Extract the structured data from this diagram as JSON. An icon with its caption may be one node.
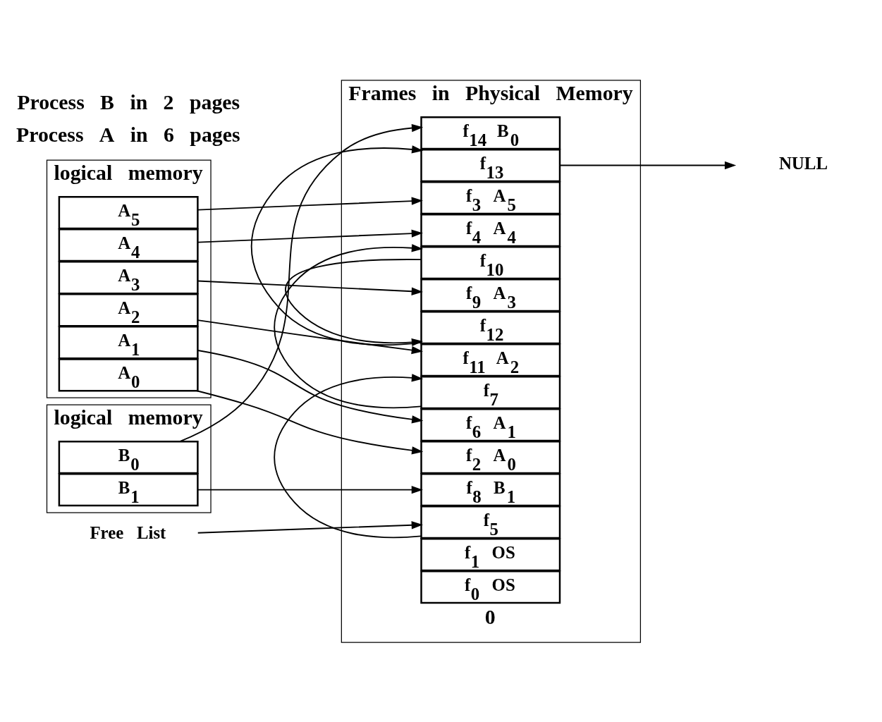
{
  "diagram": {
    "nodes": [
      {
        "text": [
          "logical memory"
        ]
      },
      {
        "text": [
          "A$_{0}$"
        ],
        "in": 0
      },
      {
        "text": [
          "A$_{1}$"
        ],
        "in": 0
      },
      {
        "text": [
          "A$_{2}$"
        ],
        "in": 0
      },
      {
        "text": [
          "A$_{3}$"
        ],
        "in": 0
      },
      {
        "text": [
          "A$_{4}$"
        ],
        "in": 0
      },
      {
        "text": [
          "A$_{5}$"
        ],
        "in": 0
      },
      {
        "text": [
          "Frames in Physical Memory"
        ],
        "beside": [
          "0"
        ]
      },
      {
        "text": [
          "f$_{0}$ OS"
        ],
        "in": 7
      },
      {
        "text": [
          "f$_{1}$ OS"
        ],
        "in": 7
      },
      {
        "text": [
          "f$_{2}$ A$_{0}$"
        ],
        "in": 7
      },
      {
        "text": [
          "f$_{3}$ A$_{5}$"
        ],
        "in": 7
      },
      {
        "text": [
          "f$_{4}$ A$_{4}$"
        ],
        "in": 7
      },
      {
        "text": [
          "f$_{5}$"
        ],
        "in": 7
      },
      {
        "text": [
          "f$_{6}$ A$_{1}$"
        ],
        "in": 7
      },
      {
        "text": [
          "f$_{7}$"
        ],
        "in": 7
      },
      {
        "text": [
          "f$_{8}$ B$_{1}$"
        ],
        "in": 7
      },
      {
        "text": [
          "f$_{9}$ A$_{3}$"
        ],
        "in": 7
      },
      {
        "text": [
          "f$_{10}$"
        ],
        "in": 7
      },
      {
        "text": [
          "f$_{11}$ A$_{2}$"
        ],
        "in": 7
      },
      {
        "text": [
          "f$_{12}$"
        ],
        "in": 7
      },
      {
        "text": [
          "f$_{13}$"
        ],
        "in": 7
      },
      {
        "text": [
          "f$_{14}$ B$_{0}$"
        ],
        "in": 7
      },
      {
        "text": [
          "logical memory"
        ]
      },
      {
        "text": [
          "B$_{0}$"
        ],
        "in": 23
      },
      {
        "text": [
          "B$_{1}$"
        ],
        "in": 23
      },
      {
        "text": [
          "Free List"
        ]
      },
      {
        "text": [
          "NULL"
        ]
      }
    ],
    "edges": [
      {
        "from": 1,
        "to": 10,
        "arrow": "to"
      },
      {
        "from": 2,
        "to": 14,
        "arrow": "to"
      },
      {
        "from": 3,
        "to": 19,
        "arrow": "to"
      },
      {
        "from": 4,
        "to": 17,
        "arrow": "to"
      },
      {
        "from": 5,
        "to": 12,
        "arrow": "to"
      },
      {
        "from": 6,
        "to": 11,
        "arrow": "to"
      },
      {
        "from": 26,
        "to": 13,
        "arrow": "to"
      },
      {
        "from": 13,
        "to": 15,
        "arrow": "to"
      },
      {
        "from": 15,
        "to": 18,
        "arrow": "to"
      },
      {
        "from": 18,
        "to": 20,
        "arrow": "to"
      },
      {
        "from": 20,
        "to": 21,
        "arrow": "to"
      },
      {
        "from": 21,
        "to": 27,
        "arrow": "to"
      },
      {
        "from": 24,
        "to": 22,
        "arrow": "to"
      },
      {
        "from": 25,
        "to": 16,
        "arrow": "to"
      }
    ],
    "labels": [
      "Process A in 6 pages",
      "Process B in 2 pages"
    ]
  }
}
